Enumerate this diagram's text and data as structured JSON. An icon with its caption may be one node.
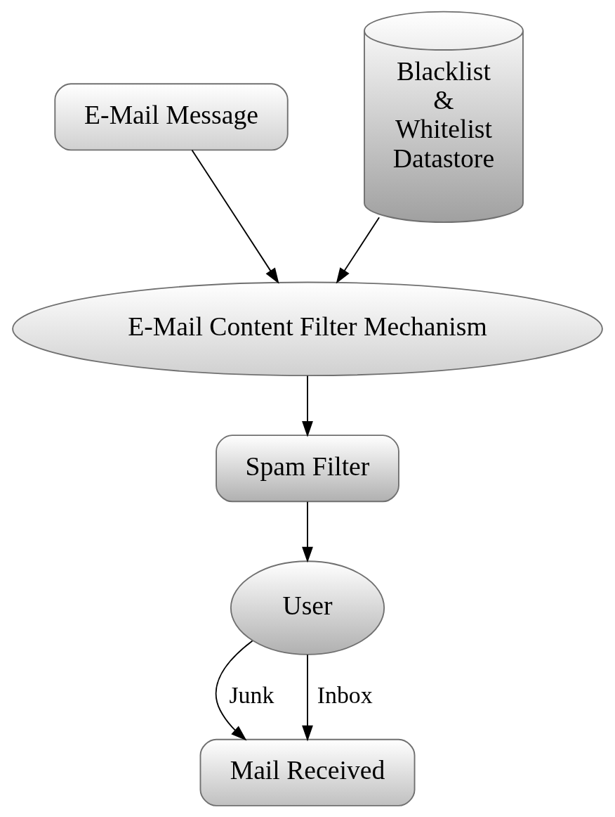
{
  "diagram": {
    "nodes": [
      {
        "text": [
          "E-Mail Message"
        ]
      },
      {
        "text": [
          "E-Mail Content Filter Mechanism"
        ]
      },
      {
        "text": [
          "Blacklist & Whitelist Datastore"
        ]
      },
      {
        "text": [
          "Spam Filter"
        ]
      },
      {
        "text": [
          "User"
        ]
      },
      {
        "text": [
          "Mail Received"
        ]
      }
    ],
    "edges": [
      {
        "from": 0,
        "to": 1,
        "arrow": "to"
      },
      {
        "from": 2,
        "to": 1,
        "arrow": "to"
      },
      {
        "from": 1,
        "to": 3,
        "arrow": "to"
      },
      {
        "from": 3,
        "to": 4,
        "arrow": "to"
      },
      {
        "from": 4,
        "to": 5,
        "arrow": "to",
        "label": "Junk"
      },
      {
        "from": 4,
        "to": 5,
        "arrow": "to",
        "label": "Inbox"
      }
    ]
  }
}
